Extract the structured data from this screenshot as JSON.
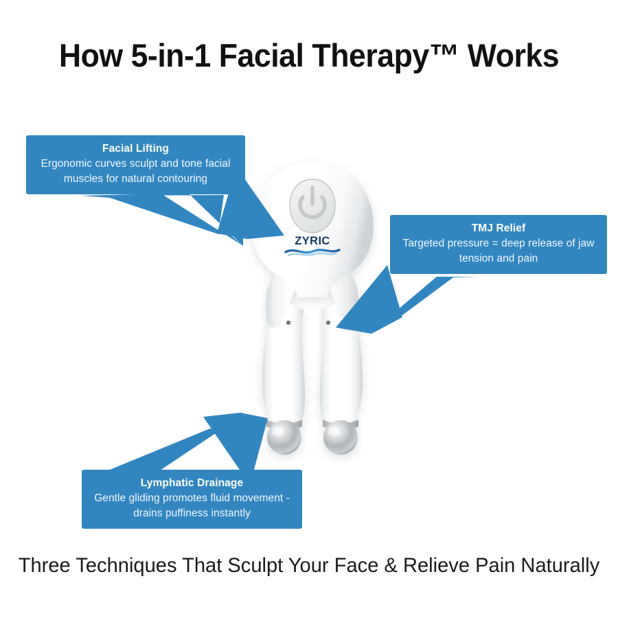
{
  "page": {
    "headline": "How 5-in-1 Facial Therapy™ Works",
    "caption": "Three Techniques That Sculpt Your Face & Relieve Pain Naturally",
    "background_color": "#ffffff",
    "accent_color": "#3286c0",
    "headline_color": "#111111"
  },
  "callouts": [
    {
      "id": "facial-lifting",
      "title": "Facial Lifting",
      "body": "Ergonomic curves sculpt and tone facial muscles for natural contouring",
      "arrow_direction": "down-right"
    },
    {
      "id": "tmj-relief",
      "title": "TMJ Relief",
      "body": "Targeted pressure = deep release of jaw tension and pain",
      "arrow_direction": "down-left"
    },
    {
      "id": "lymphatic-drainage",
      "title": "Lymphatic Drainage",
      "body": "Gentle gliding promotes fluid movement - drains puffiness instantly",
      "arrow_direction": "up-right"
    }
  ],
  "device": {
    "brand": "ZYRIC",
    "brand_color": "#123a63",
    "wave_color": "#2f86c5",
    "body_color": "#ffffff",
    "tip_color": "#b9bcbe",
    "power_button_label": "power-symbol"
  }
}
